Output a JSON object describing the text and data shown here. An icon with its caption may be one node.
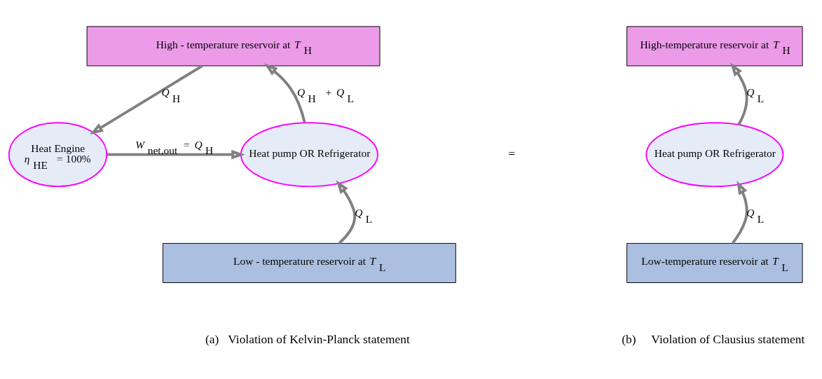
{
  "diagram": {
    "nodes": [
      {
        "text": [
          "High - temperature reservoir at *T*$_{H}$"
        ]
      },
      {
        "text": [
          "Heat Engine",
          "*η*$_{HE}$ = 100%"
        ]
      },
      {
        "text": [
          "Heat pump OR Refrigerator"
        ]
      },
      {
        "text": [
          "Low - temperature reservoir at *T*$_{L}$"
        ]
      },
      {
        "text": [
          "High-temperature reservoir at *T*$_{H}$"
        ]
      },
      {
        "text": [
          "Heat pump OR Refrigerator"
        ]
      },
      {
        "text": [
          "Low-temperature reservoir at *T*$_{L}$"
        ]
      }
    ],
    "edges": [
      {
        "from": 0,
        "to": 1,
        "arrow": "to",
        "label": "*Q*$_{H}$"
      },
      {
        "from": 1,
        "to": 2,
        "arrow": "to",
        "label": "*W*$_{net,out}$ = *Q*$_{H}$"
      },
      {
        "from": 2,
        "to": 0,
        "arrow": "to",
        "label": "*Q*$_{H}$ + *Q*$_{L}$"
      },
      {
        "from": 3,
        "to": 2,
        "arrow": "to",
        "label": "*Q*$_{L}$"
      },
      {
        "from": 5,
        "to": 4,
        "arrow": "to",
        "label": "*Q*$_{L}$"
      },
      {
        "from": 6,
        "to": 5,
        "arrow": "to",
        "label": "*Q*$_{L}$"
      }
    ],
    "labels": [
      "=",
      "(a)   Violation of Kelvin-Planck statement",
      "(b)     Violation of Clausius statement"
    ]
  }
}
